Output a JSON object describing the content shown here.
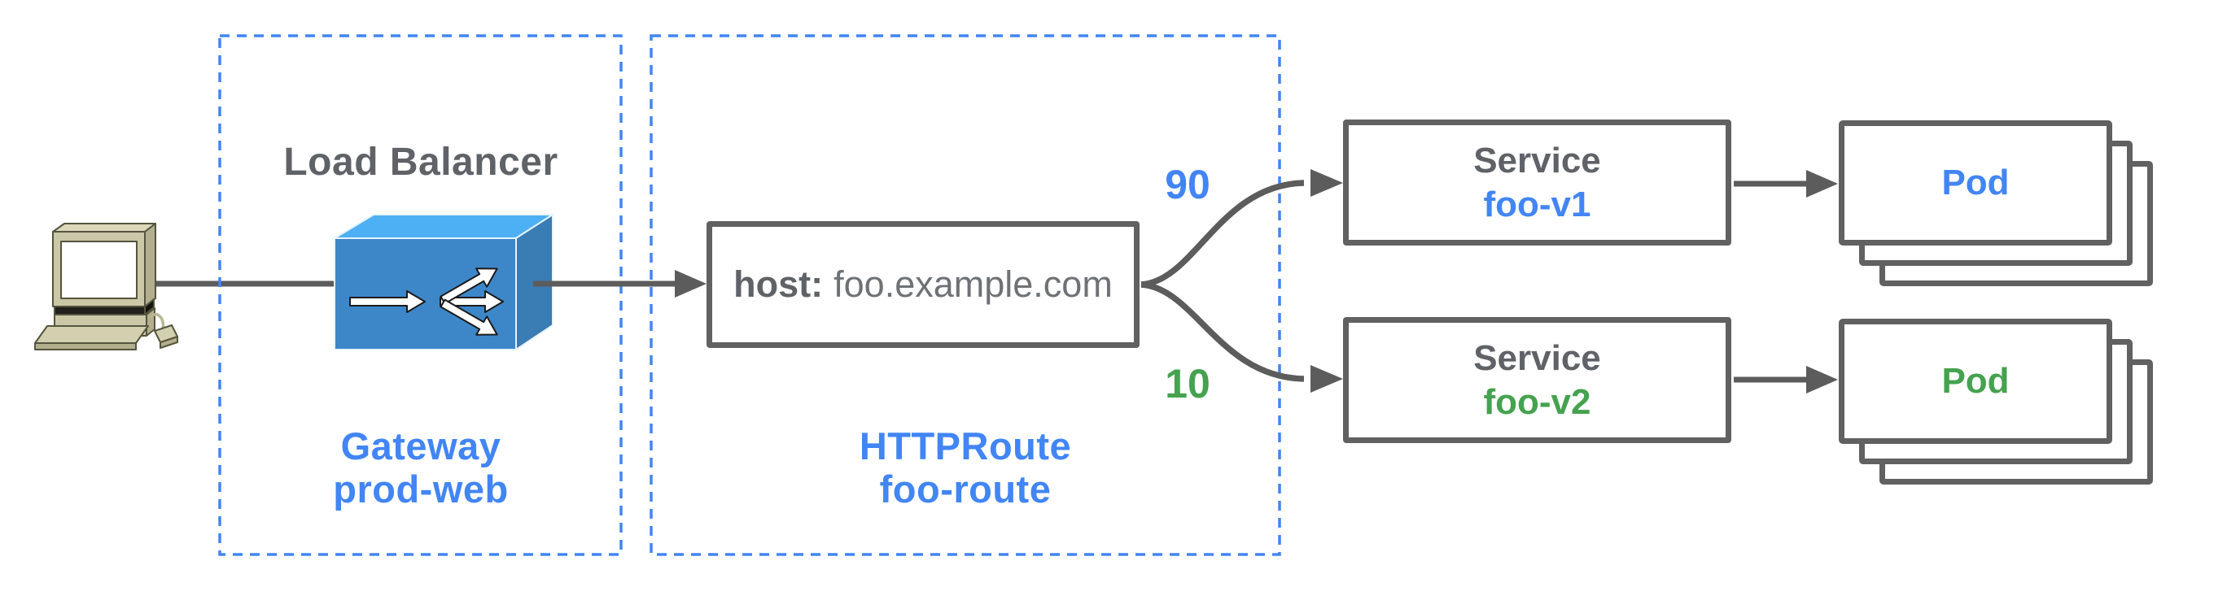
{
  "client": {
    "icon": "desktop-computer-icon"
  },
  "gateway": {
    "box_title": "Load Balancer",
    "icon": "load-balancer-icon",
    "label_kind": "Gateway",
    "label_name": "prod-web"
  },
  "httproute": {
    "label_kind": "HTTPRoute",
    "label_name": "foo-route",
    "host_key": "host:",
    "host_value": "foo.example.com"
  },
  "weights": {
    "v1": "90",
    "v2": "10"
  },
  "services": [
    {
      "kind": "Service",
      "name": "foo-v1"
    },
    {
      "kind": "Service",
      "name": "foo-v2"
    }
  ],
  "pods": [
    {
      "label": "Pod"
    },
    {
      "label": "Pod"
    }
  ],
  "colors": {
    "accent_blue": "#4285f4",
    "accent_green": "#45a24f",
    "text_gray": "#5f6368",
    "line_gray": "#616161",
    "lb_icon_front": "#3d87c9",
    "lb_icon_top": "#4db0f4",
    "lb_icon_side": "#3a7cb4",
    "computer_beige": "#cbc8a7"
  }
}
